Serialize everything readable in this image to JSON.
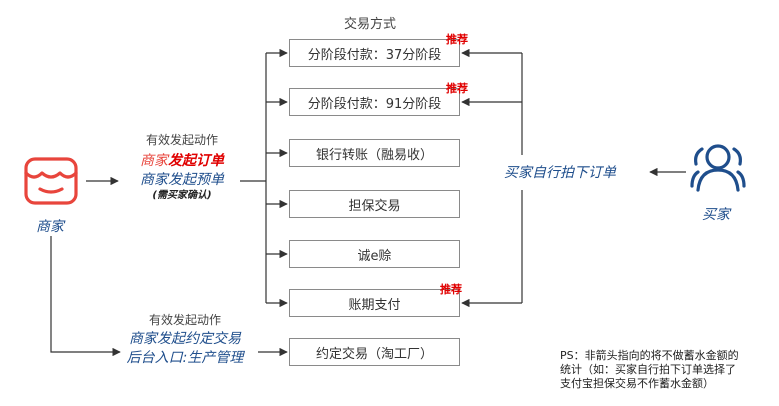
{
  "header": {
    "method_title": "交易方式"
  },
  "merchant": {
    "label": "商家",
    "icon": "store-icon"
  },
  "buyer": {
    "label": "买家",
    "icon": "users-icon"
  },
  "action_group_1": {
    "title": "有效发起动作",
    "line1_prefix": "商家",
    "line1_highlight": "发起订单",
    "line2": "商家发起预单",
    "note": "(需买家确认)"
  },
  "action_group_2": {
    "title": "有效发起动作",
    "line1": "商家发起约定交易",
    "line2": "后台入口:生产管理"
  },
  "buyer_action": "买家自行拍下订单",
  "methods": [
    {
      "label": "分阶段付款：37分阶段",
      "badge": "推荐"
    },
    {
      "label": "分阶段付款：91分阶段",
      "badge": "推荐"
    },
    {
      "label": "银行转账（融易收）"
    },
    {
      "label": "担保交易"
    },
    {
      "label": "诚e赊"
    },
    {
      "label": "账期支付",
      "badge": "推荐"
    },
    {
      "label": "约定交易（淘工厂）"
    }
  ],
  "ps_note": {
    "line1": "PS：非箭头指向的将不做蓄水金额的",
    "line2": "统计（如：买家自行拍下订单选择了",
    "line3": "支付宝担保交易不作蓄水金额）"
  },
  "colors": {
    "merchant_red": "#e8453c",
    "accent_blue": "#1f4e8c",
    "recommend_red": "#e00000",
    "line": "#333333"
  }
}
